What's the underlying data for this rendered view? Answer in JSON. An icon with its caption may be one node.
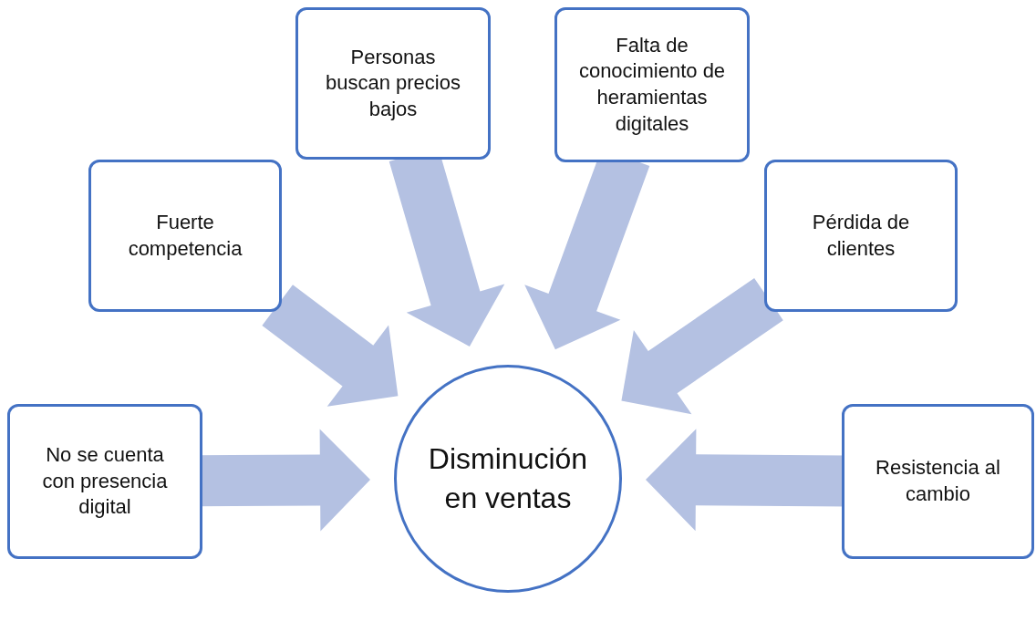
{
  "diagram": {
    "nodes": [
      {
        "text": [
          "Personas buscan precios bajos"
        ]
      },
      {
        "text": [
          "Falta de conocimiento de heramientas digitales"
        ]
      },
      {
        "text": [
          "Fuerte competencia"
        ]
      },
      {
        "text": [
          "Pérdida de clientes"
        ]
      },
      {
        "text": [
          "No se cuenta con presencia digital"
        ]
      },
      {
        "text": [
          "Disminución en ventas"
        ]
      },
      {
        "text": [
          "Resistencia al cambio"
        ]
      }
    ],
    "edges": [
      {
        "from": 0,
        "to": 5,
        "arrow": "to"
      },
      {
        "from": 1,
        "to": 5,
        "arrow": "to"
      },
      {
        "from": 2,
        "to": 5,
        "arrow": "to"
      },
      {
        "from": 3,
        "to": 5,
        "arrow": "to"
      },
      {
        "from": 4,
        "to": 5,
        "arrow": "to"
      },
      {
        "from": 6,
        "to": 5,
        "arrow": "to"
      }
    ]
  }
}
